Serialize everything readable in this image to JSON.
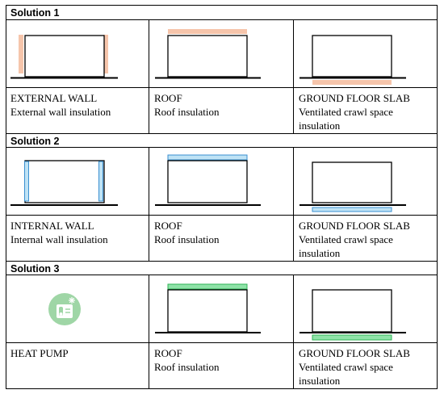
{
  "solutions": [
    {
      "title": "Solution 1",
      "cells": [
        {
          "label": "EXTERNAL WALL",
          "desc": [
            "External wall insulation"
          ]
        },
        {
          "label": "ROOF",
          "desc": [
            "Roof insulation"
          ]
        },
        {
          "label": "GROUND FLOOR SLAB",
          "desc": [
            "Ventilated crawl space",
            "insulation"
          ]
        }
      ]
    },
    {
      "title": "Solution 2",
      "cells": [
        {
          "label": "INTERNAL WALL",
          "desc": [
            "Internal wall insulation"
          ]
        },
        {
          "label": "ROOF",
          "desc": [
            "Roof insulation"
          ]
        },
        {
          "label": "GROUND FLOOR SLAB",
          "desc": [
            "Ventilated crawl space",
            "insulation"
          ]
        }
      ]
    },
    {
      "title": "Solution 3",
      "cells": [
        {
          "label": "HEAT PUMP",
          "desc": []
        },
        {
          "label": "ROOF",
          "desc": [
            "Roof insulation"
          ]
        },
        {
          "label": "GROUND FLOOR SLAB",
          "desc": [
            "Ventilated crawl space",
            "insulation"
          ]
        }
      ]
    }
  ],
  "colors": {
    "solution1_insulation": "#f6c5ab",
    "solution2_insulation_fill": "#bfe3f5",
    "solution2_insulation_stroke": "#3a8fd0",
    "solution3_insulation_fill": "#8fe3a8",
    "solution3_insulation_stroke": "#2fb356",
    "heat_pump_icon": "#9fd6a6"
  },
  "icons": {
    "heat_pump": "heat-pump-icon"
  }
}
